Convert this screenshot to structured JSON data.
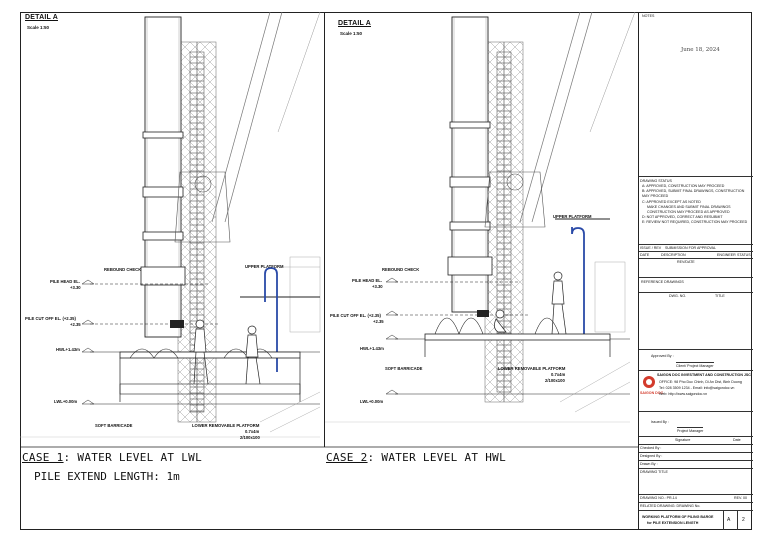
{
  "details": [
    {
      "title": "DETAIL A",
      "scale": "Scale 1:50"
    },
    {
      "title": "DETAIL A",
      "scale": "Scale 1:50"
    }
  ],
  "cases": [
    {
      "case_label": "CASE 1",
      "case_desc": ": WATER LEVEL AT LWL",
      "extension": "PILE EXTEND LENGTH: 1m"
    },
    {
      "case_label": "CASE 2",
      "case_desc": ": WATER LEVEL AT HWL"
    }
  ],
  "labels_case1": {
    "rebound_check": "REBOUND CHECK",
    "pile_head": "PILE HEAD EL.",
    "pile_head_val": "+3.30",
    "pile_cutoff": "PILE CUT OFF EL. (+2.35)",
    "pile_cutoff_val": "+2.35",
    "hwl": "HWL+1.43m",
    "lwl": "LWL+0.00m",
    "upper_platform": "UPPER PLATFORM",
    "soft_barricade": "SOFT BARRICADE",
    "lower_platform": "LOWER REMOVABLE PLATFORM",
    "lower_platform_size": "0.7x4m",
    "lower_platform_size2": "2/100x100"
  },
  "labels_case2": {
    "rebound_check": "REBOUND CHECK",
    "pile_head": "PILE HEAD EL.",
    "pile_head_val": "+3.30",
    "pile_cutoff": "PILE CUT OFF EL. (+2.35)",
    "pile_cutoff_val": "+2.35",
    "hwl": "HWL+1.43m",
    "lwl": "LWL+0.00m",
    "upper_platform": "UPPER PLATFORM",
    "soft_barricade": "SOFT BARRICADE",
    "lower_platform": "LOWER REMOVABLE PLATFORM",
    "lower_platform_size": "0.7x4m",
    "lower_platform_size2": "2/100x100"
  },
  "title_block": {
    "notes_label": "NOTES",
    "date": "June 18, 2024",
    "drawing_status_title": "DRAWING STATUS",
    "status_lines": [
      "A: APPROVED, CONSTRUCTION MAY PROCEED",
      "B: APPROVED, SUBMIT FINAL DRAWINGS, CONSTRUCTION",
      "MAY PROCEED",
      "C: APPROVED EXCEPT AS NOTED",
      "MAKE CHANGES AND SUBMIT FINAL DRAWINGS",
      "CONSTRUCTION MAY PROCEED AS APPROVED",
      "D: NOT APPROVED, CORRECT AND RESUBMIT",
      "E: REVIEW NOT REQUIRED, CONSTRUCTION MAY PROCEED"
    ],
    "rev_header": "ISSUE / REV",
    "rev_first": "SUBMISSION FOR APPROVAL",
    "rev_cols": [
      "DATE",
      "DESCRIPTION",
      "ENGINEER",
      "STATUS"
    ],
    "rev_mark": "REV/DATE",
    "reference_drawings": "REFERENCE DRAWINGS",
    "dwg_no": "DWG. NO.",
    "title_col": "TITLE",
    "approved_by": "Approved By :",
    "approved_sub": "Client/ Project Manager",
    "company_name": "SAIGON DOC INVESTMENT AND CONSTRUCTION JSC",
    "company_short": "SAIGON DOC",
    "company_address": "OFFICE: 98 Pho Duc Chinh, Di An Dist, Binh Duong",
    "company_address2": "Tel: 028 3509 1234 - Email: info@saigondoc.vn",
    "company_web": "Web: http://www.saigondoc.vn",
    "issued_by": "Issued By :",
    "issued_sub": "Project Manager",
    "sig_cols": [
      "Signature",
      "Date"
    ],
    "checked_by": "Checked By :",
    "designed_by": "Designed By :",
    "drawn_by": "Drawn By :",
    "drawing_title_label": "DRAWING TITLE",
    "drawing_no_label": "DRAWING NO.: PR-14",
    "rev_no_label": "REV. 00",
    "related_label": "RELATED DRAWING: DRAWING No.",
    "drawing_title": "WORKING PLATFORM OF PILING BARGE",
    "drawing_title2": "for PILE EXTENSION LENGTH",
    "sheet_size": "A",
    "sheet_no": "2"
  },
  "colors": {
    "line": "#222222",
    "faint": "#9a9a9a",
    "accent": "#d33b2c",
    "blue": "#2a4aa8"
  }
}
